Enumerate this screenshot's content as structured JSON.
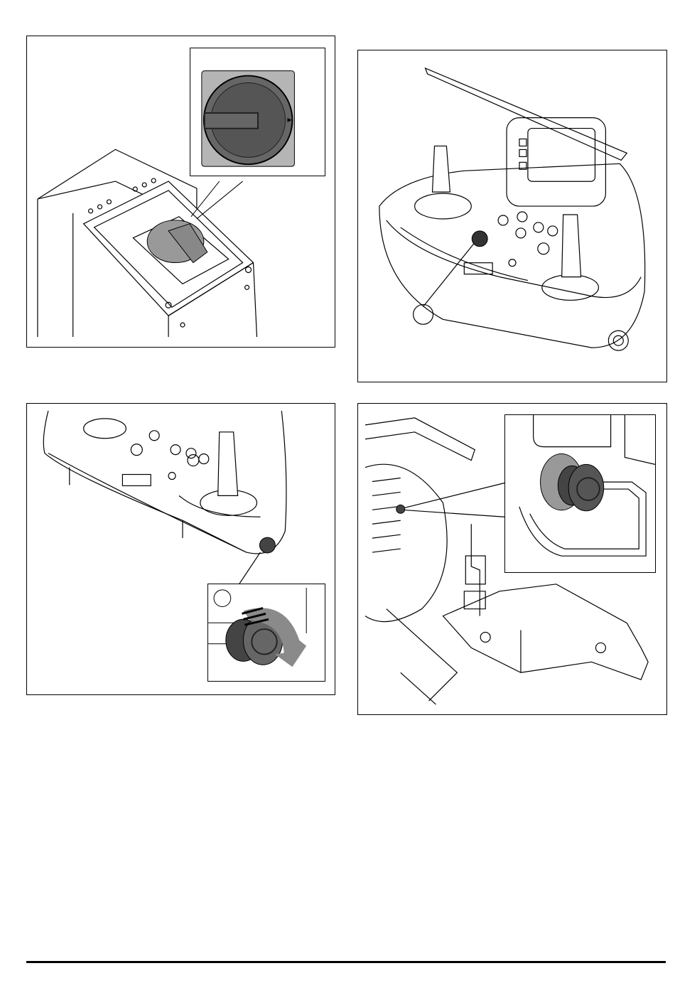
{
  "colors": {
    "line": "#000000",
    "knob_gray": "#555555",
    "panel_gray": "#b5b5b5",
    "arrow_gray": "#8a8a8a"
  },
  "figures": [
    {
      "id": "main-switch",
      "callouts": []
    },
    {
      "id": "control-console",
      "callouts": [
        ""
      ]
    },
    {
      "id": "emergency-stop-release",
      "callouts": [
        ""
      ]
    },
    {
      "id": "emergency-stop-machine",
      "callouts": []
    }
  ]
}
